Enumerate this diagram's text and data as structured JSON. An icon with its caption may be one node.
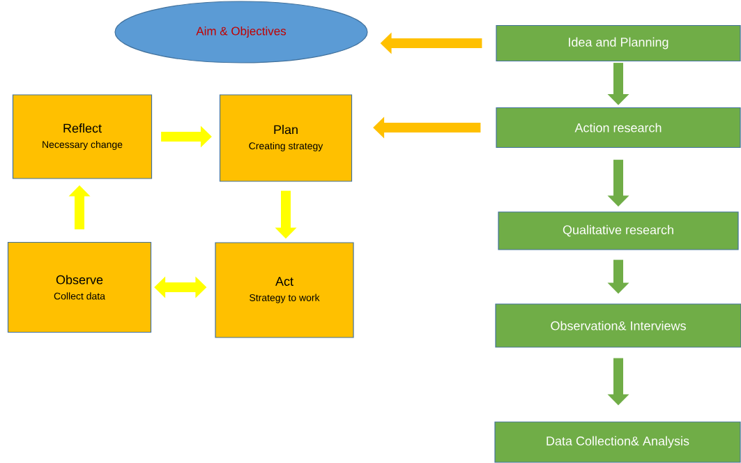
{
  "diagram": {
    "nodes": [
      {
        "text": [
          "Aim & Objectives"
        ]
      },
      {
        "text": [
          "Idea and Planning"
        ]
      },
      {
        "text": [
          "Action research"
        ]
      },
      {
        "text": [
          "Qualitative research"
        ]
      },
      {
        "text": [
          "Observation& Interviews"
        ]
      },
      {
        "text": [
          "Data Collection& Analysis"
        ]
      },
      {
        "text": [
          "Reflect",
          "Necessary change"
        ]
      },
      {
        "text": [
          "Plan",
          "Creating strategy"
        ]
      },
      {
        "text": [
          "Observe",
          "Collect data"
        ]
      },
      {
        "text": [
          "Act",
          "Strategy to work"
        ]
      }
    ],
    "edges": [
      {
        "from": 1,
        "to": 0,
        "arrow": "to",
        "color": "#ffc000"
      },
      {
        "from": 2,
        "to": 7,
        "arrow": "to",
        "color": "#ffc000"
      },
      {
        "from": 1,
        "to": 2,
        "arrow": "to",
        "color": "#70ad47"
      },
      {
        "from": 2,
        "to": 3,
        "arrow": "to",
        "color": "#70ad47"
      },
      {
        "from": 3,
        "to": 4,
        "arrow": "to",
        "color": "#70ad47"
      },
      {
        "from": 4,
        "to": 5,
        "arrow": "to",
        "color": "#70ad47"
      },
      {
        "from": 6,
        "to": 7,
        "arrow": "to",
        "color": "#ffff00"
      },
      {
        "from": 7,
        "to": 9,
        "arrow": "to",
        "color": "#ffff00"
      },
      {
        "from": 8,
        "to": 9,
        "arrow": "both",
        "color": "#ffff00"
      },
      {
        "from": 8,
        "to": 6,
        "arrow": "to",
        "color": "#ffff00"
      }
    ]
  }
}
